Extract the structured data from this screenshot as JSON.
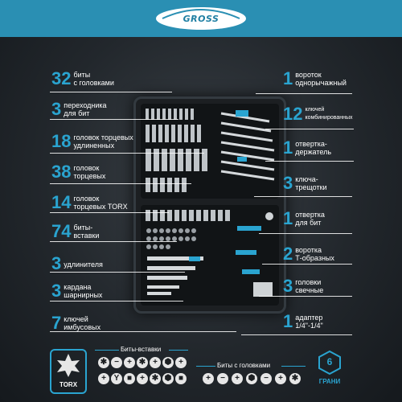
{
  "brand": {
    "logo_text": "GROSS",
    "color": "#2a8fb3",
    "accent": "#2aa4d0"
  },
  "items_left": [
    {
      "count": "32",
      "text": "биты\nс головками"
    },
    {
      "count": "3",
      "text": "переходника\nдля бит"
    },
    {
      "count": "18",
      "text": "головок торцевых\nудлиненных"
    },
    {
      "count": "38",
      "text": "головок\nторцевых"
    },
    {
      "count": "14",
      "text": "головок\nторцевых TORX"
    },
    {
      "count": "74",
      "text": "биты-\nвставки"
    },
    {
      "count": "3",
      "text": "удлинителя"
    },
    {
      "count": "3",
      "text": "кардана\nшарнирных"
    },
    {
      "count": "7",
      "text": "ключей\nимбусовых"
    }
  ],
  "items_right": [
    {
      "count": "1",
      "text": "вороток\nоднорычажный"
    },
    {
      "count": "12",
      "text": "ключей\nкомбинированных"
    },
    {
      "count": "1",
      "text": "отвертка-\nдержатель"
    },
    {
      "count": "3",
      "text": "ключа-\nтрещотки"
    },
    {
      "count": "1",
      "text": "отвертка\nдля бит"
    },
    {
      "count": "2",
      "text": "воротка\nТ-образных"
    },
    {
      "count": "3",
      "text": "головки\nсвечные"
    },
    {
      "count": "1",
      "text": "адаптер\n1/4\"-1/4\""
    }
  ],
  "bottom": {
    "torx_label": "TORX",
    "bits_insert_title": "Биты-вставки",
    "bits_head_title": "Биты с головками",
    "grani_label": "ГРАНИ",
    "grani_number": "6"
  },
  "icons": {
    "insert_bits": [
      "star-icon",
      "slot-icon",
      "plus-icon",
      "star-icon",
      "plus-icon",
      "hex-icon",
      "plus-icon",
      "plus-icon",
      "tri-wing-icon",
      "square-icon",
      "plus-icon",
      "star-icon",
      "hex-icon",
      "square-icon",
      "star-icon",
      "plus-icon"
    ],
    "head_bits": [
      "plus-icon",
      "slot-icon",
      "plus-icon",
      "hex-icon",
      "slot-icon",
      "plus-icon",
      "star-icon"
    ]
  }
}
